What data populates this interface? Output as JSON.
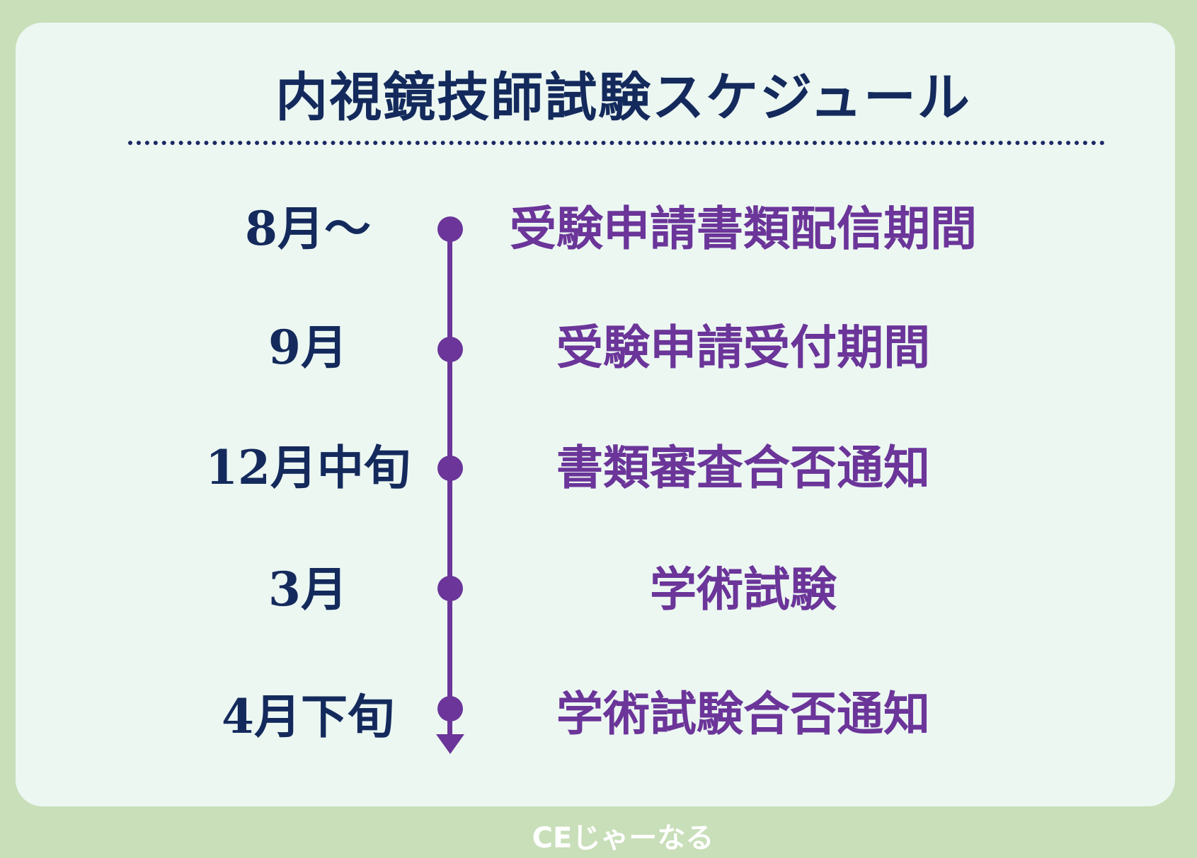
{
  "title": "内視鏡技師試験スケジュール",
  "timeline": [
    {
      "date": "8月～",
      "event": "受験申請書類配信期間"
    },
    {
      "date": "9月",
      "event": "受験申請受付期間"
    },
    {
      "date": "12月中旬",
      "event": "書類審査合否通知"
    },
    {
      "date": "3月",
      "event": "学術試験"
    },
    {
      "date": "4月下旬",
      "event": "学術試験合否通知"
    }
  ],
  "footer": "CEじゃーなる",
  "colors": {
    "background": "#c8dfb9",
    "card": "#ecf7f2",
    "title": "#142a5c",
    "accent": "#6b3599"
  }
}
